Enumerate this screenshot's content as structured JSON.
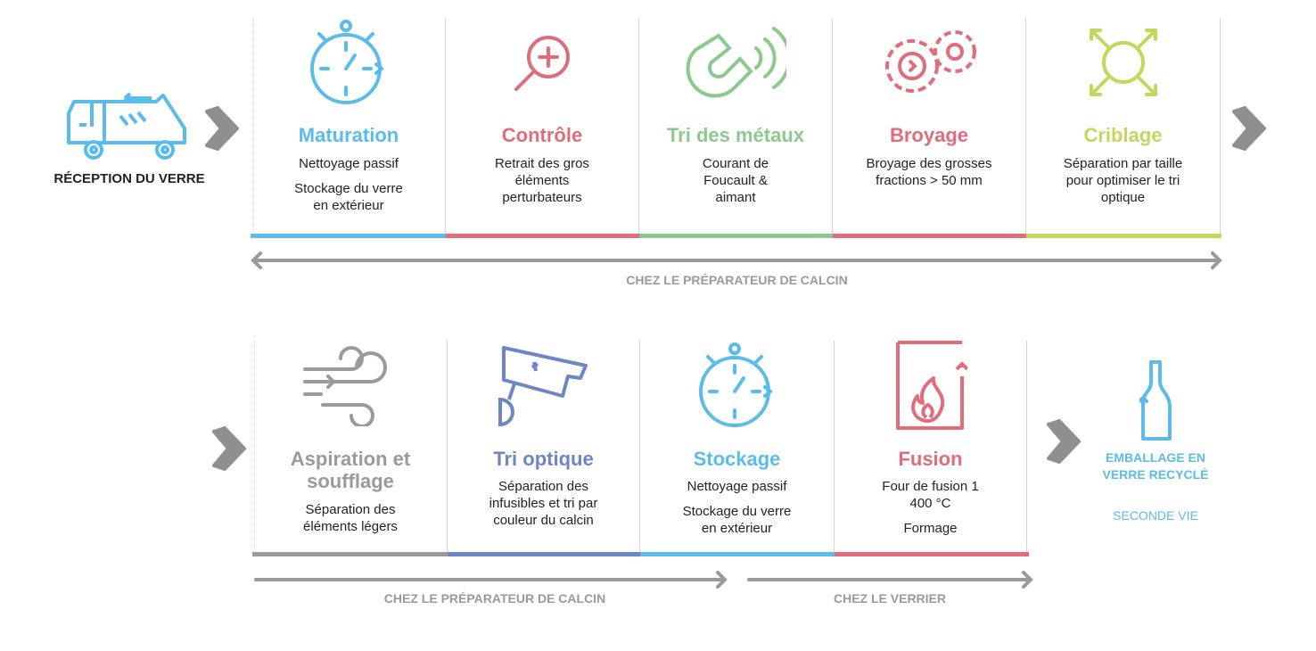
{
  "colors": {
    "blue": "#5bbcea",
    "red": "#e06c7c",
    "green": "#8cc98f",
    "lime": "#c4d65c",
    "purple": "#6f86c6",
    "gray": "#9a9a9a"
  },
  "start": {
    "label": "RÉCEPTION DU VERRE",
    "icon": "truck-icon"
  },
  "top_steps": [
    {
      "title": "Maturation",
      "lines": [
        "Nettoyage passif",
        "Stockage du verre en extérieur"
      ],
      "icon": "stopwatch-icon"
    },
    {
      "title": "Contrôle",
      "lines": [
        "Retrait des gros éléments perturbateurs"
      ],
      "icon": "magnifier-icon"
    },
    {
      "title": "Tri des métaux",
      "lines": [
        "Courant de Foucault & aimant"
      ],
      "icon": "magnet-icon"
    },
    {
      "title": "Broyage",
      "lines": [
        "Broyage des grosses fractions > 50 mm"
      ],
      "icon": "gears-icon"
    },
    {
      "title": "Criblage",
      "lines": [
        "Séparation par taille pour optimiser le tri optique"
      ],
      "icon": "expand-circle-icon"
    }
  ],
  "top_range_label": "CHEZ LE PRÉPARATEUR DE CALCIN",
  "bottom_steps": [
    {
      "title": "Aspiration et soufflage",
      "lines": [
        "Séparation des éléments légers"
      ],
      "icon": "wind-icon"
    },
    {
      "title": "Tri optique",
      "lines": [
        "Séparation des infusibles et tri par couleur du calcin"
      ],
      "icon": "camera-icon"
    },
    {
      "title": "Stockage",
      "lines": [
        "Nettoyage passif",
        "Stockage du verre en extérieur"
      ],
      "icon": "stopwatch-icon"
    },
    {
      "title": "Fusion",
      "lines": [
        "Four de fusion 1 400 °C",
        "Formage"
      ],
      "icon": "furnace-icon"
    }
  ],
  "bottom_range_labels": [
    "CHEZ LE PRÉPARATEUR DE CALCIN",
    "CHEZ LE VERRIER"
  ],
  "end": {
    "title": "EMBALLAGE EN VERRE RECYCLÉ",
    "subtitle": "SECONDE VIE",
    "icon": "bottle-icon"
  }
}
